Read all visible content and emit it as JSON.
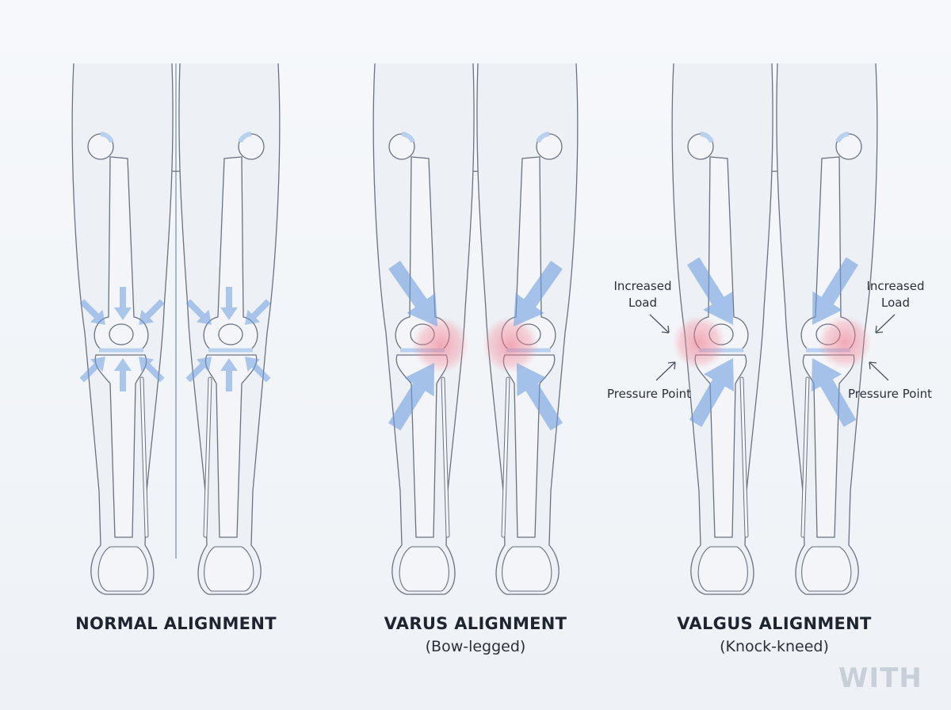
{
  "panels": [
    {
      "title": "NORMAL ALIGNMENT"
    },
    {
      "title": "VARUS ALIGNMENT",
      "subtitle": "(Bow-legged)"
    },
    {
      "title": "VALGUS ALIGNMENT",
      "subtitle": "(Knock-kneed)"
    }
  ],
  "annotations": {
    "increased_load": "Increased Load",
    "pressure_point": "Pressure Point"
  },
  "watermark": "WITH",
  "colors": {
    "arrow": "#6f9fe0",
    "pressure": "#f28a9a",
    "outline": "#6b7280"
  }
}
